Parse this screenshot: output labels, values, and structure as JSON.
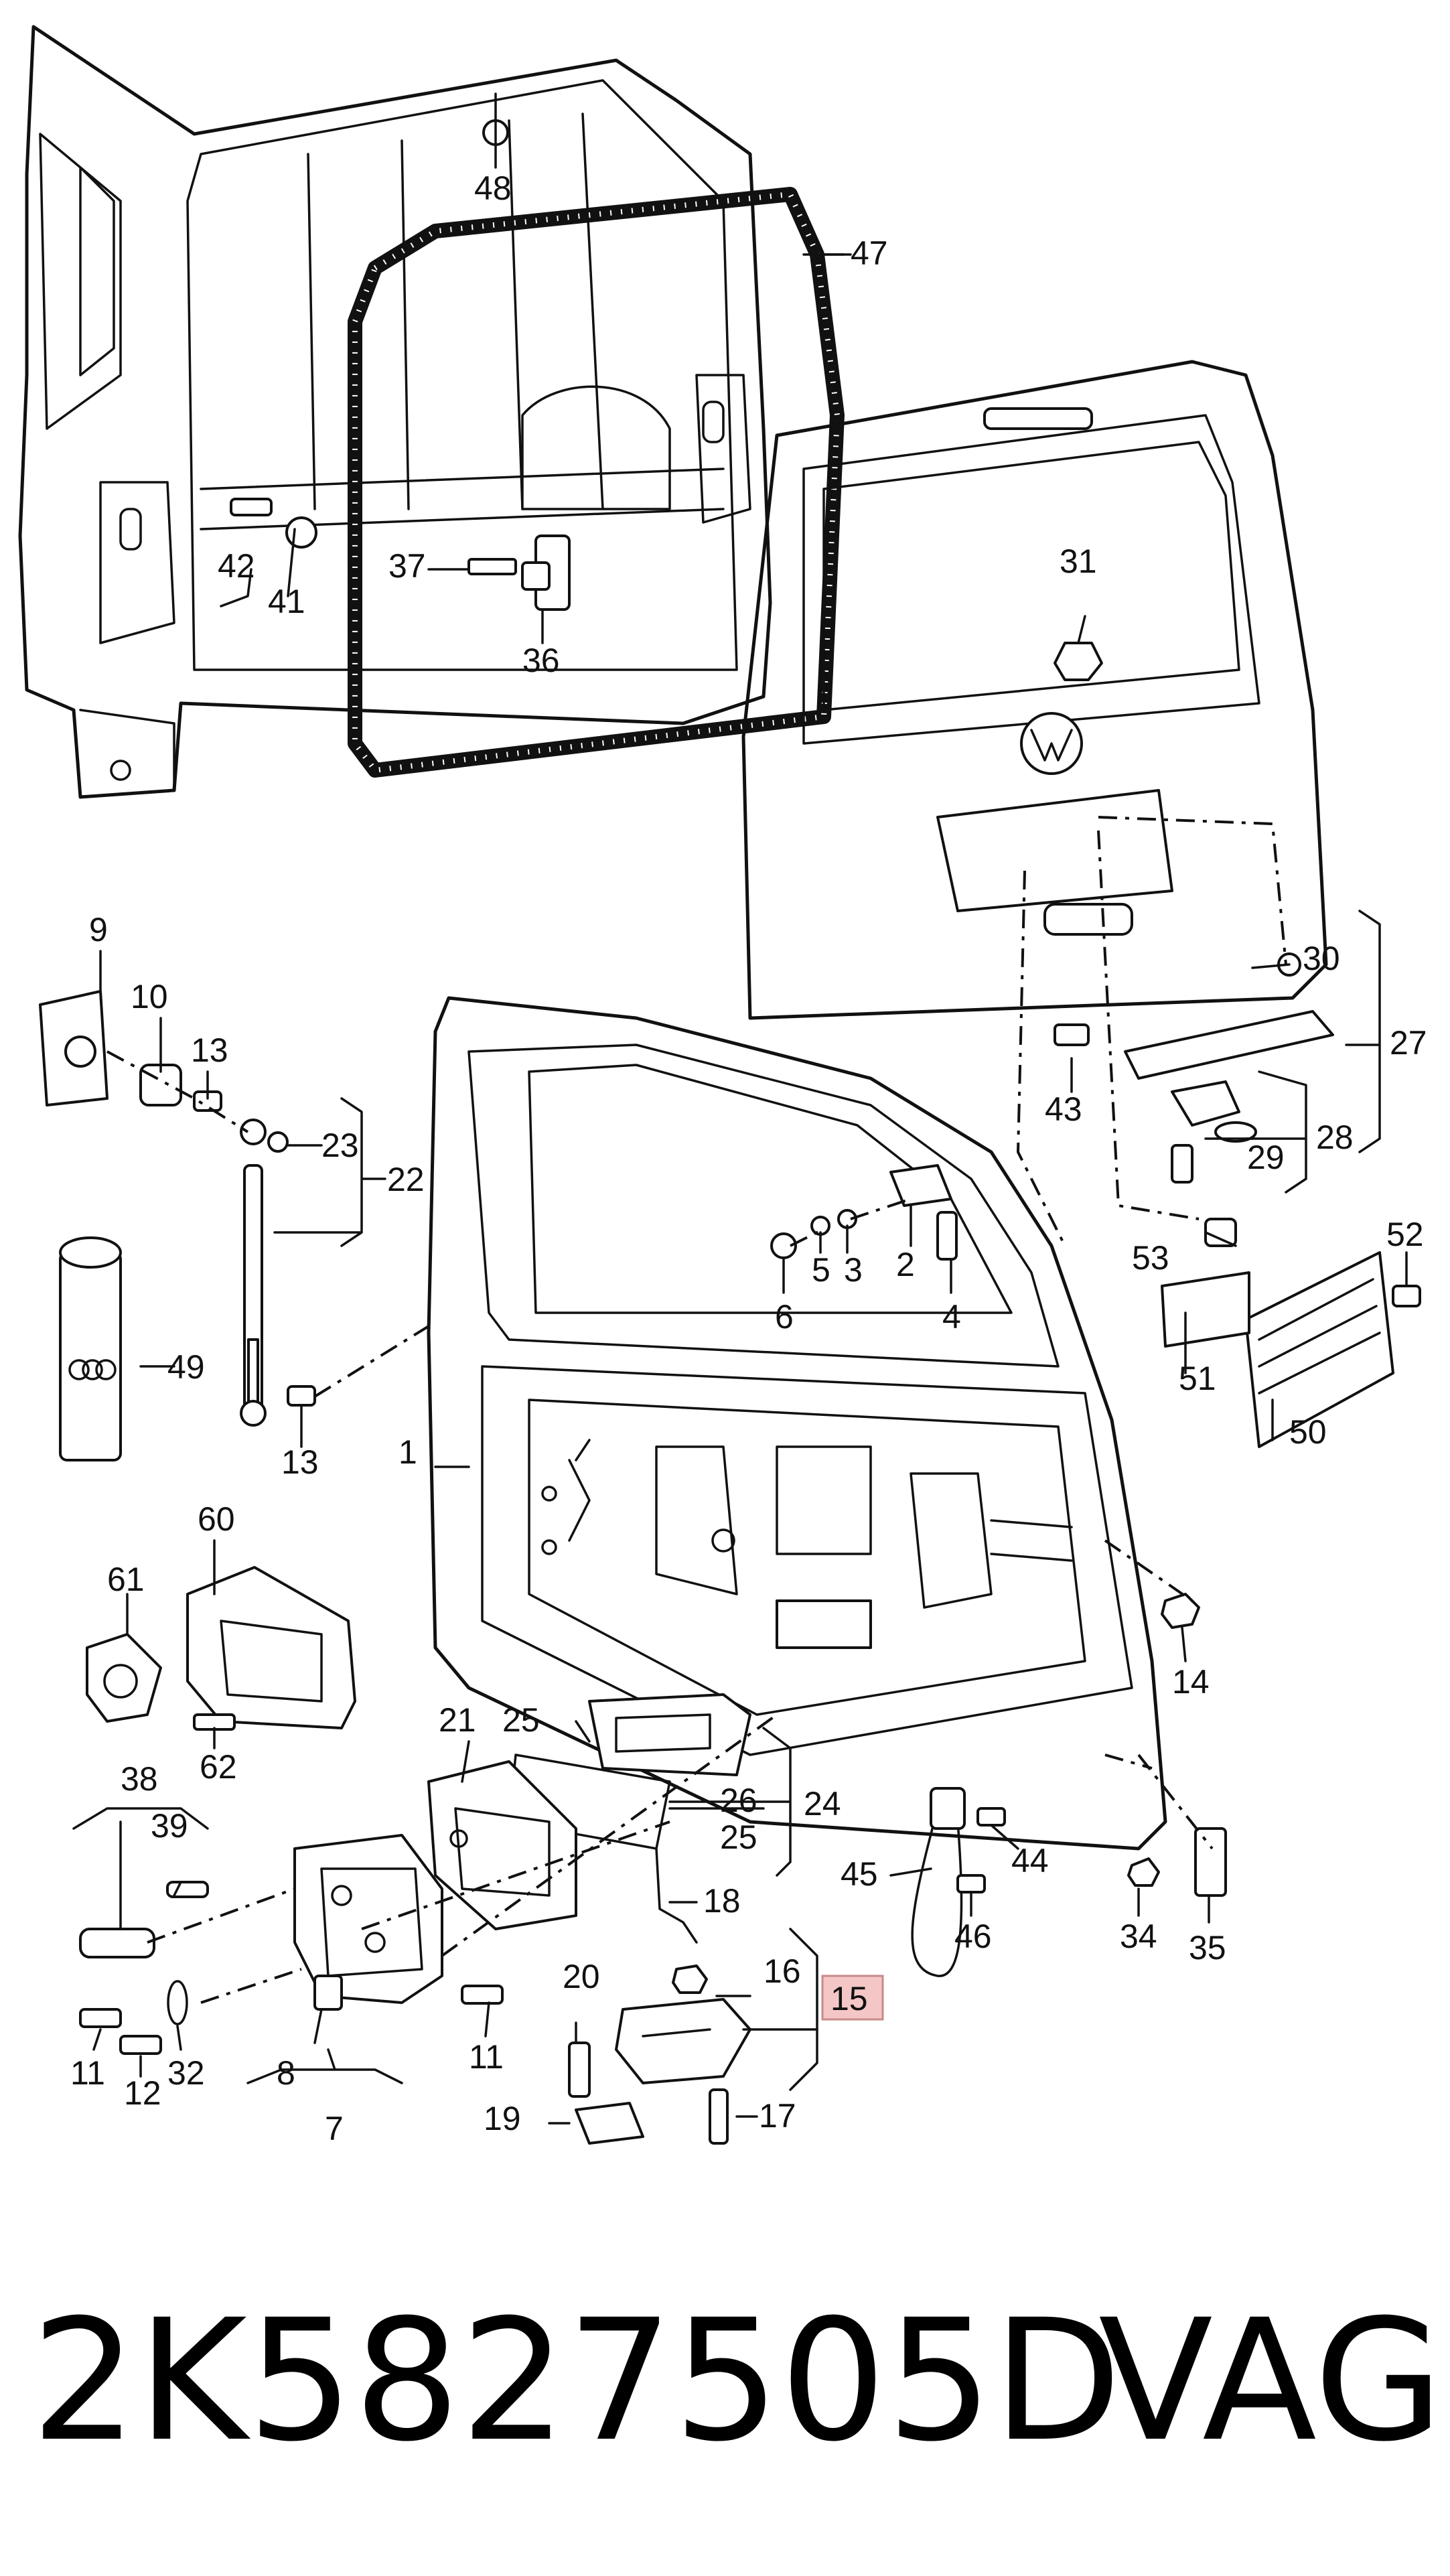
{
  "diagram": {
    "callouts": {
      "c1": "1",
      "c2": "2",
      "c3": "3",
      "c4": "4",
      "c5": "5",
      "c6": "6",
      "c7": "7",
      "c8": "8",
      "c9": "9",
      "c10": "10",
      "c11a": "11",
      "c11b": "11",
      "c12": "12",
      "c13a": "13",
      "c13b": "13",
      "c14": "14",
      "c15": "15",
      "c16": "16",
      "c17": "17",
      "c18": "18",
      "c19": "19",
      "c20": "20",
      "c21": "21",
      "c22": "22",
      "c23": "23",
      "c24": "24",
      "c25a": "25",
      "c25b": "25",
      "c26": "26",
      "c27": "27",
      "c28": "28",
      "c29": "29",
      "c30": "30",
      "c31": "31",
      "c32": "32",
      "c34": "34",
      "c35": "35",
      "c36": "36",
      "c37": "37",
      "c38": "38",
      "c39": "39",
      "c41": "41",
      "c42": "42",
      "c43": "43",
      "c44": "44",
      "c45": "45",
      "c46": "46",
      "c47": "47",
      "c48": "48",
      "c49": "49",
      "c50": "50",
      "c51": "51",
      "c52": "52",
      "c53": "53",
      "c60": "60",
      "c61": "61",
      "c62": "62"
    },
    "highlight_color": "#f4c6c6"
  },
  "caption": {
    "part_number": "2K5827505D",
    "brand": "VAG"
  }
}
